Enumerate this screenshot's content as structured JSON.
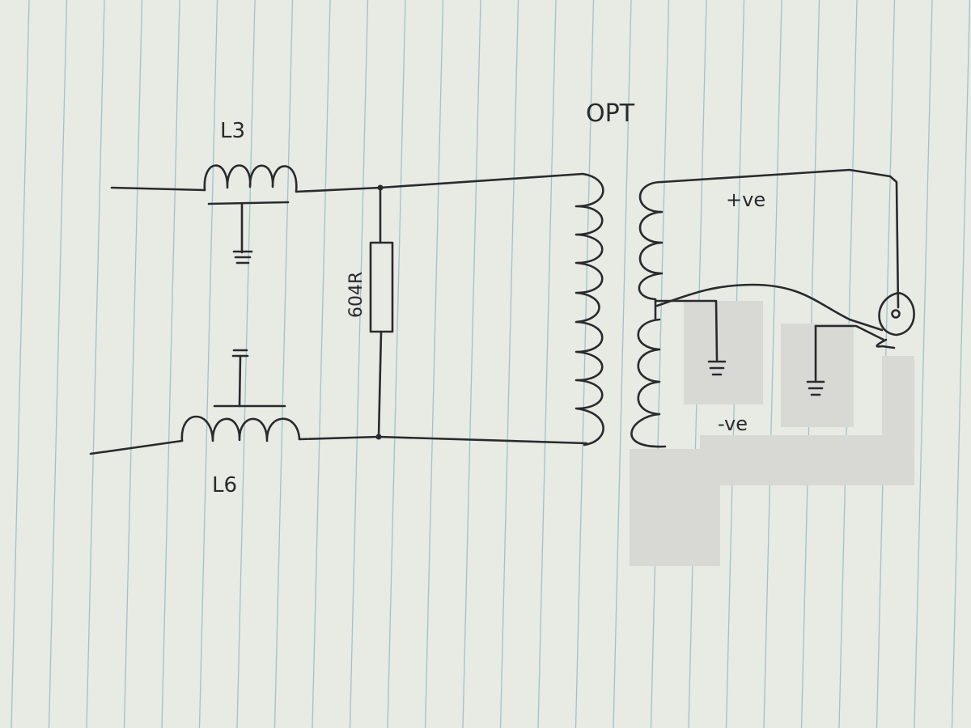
{
  "diagram": {
    "labels": {
      "inductor_top": "L3",
      "inductor_bottom": "L6",
      "resistor": "604R",
      "transformer": "OPT",
      "positive": "+ve",
      "negative": "-ve"
    }
  }
}
